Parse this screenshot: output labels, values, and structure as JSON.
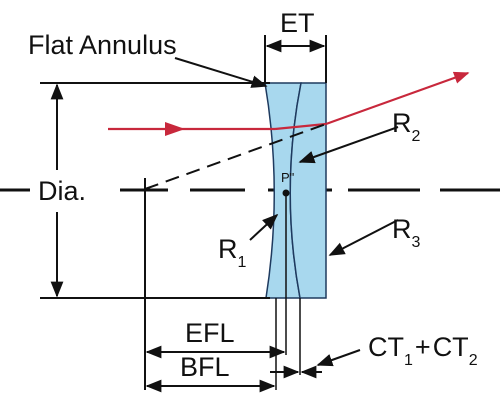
{
  "labels": {
    "flat_annulus": "Flat Annulus",
    "et": "ET",
    "dia": "Dia.",
    "r1": "R",
    "r1_sub": "1",
    "r2": "R",
    "r2_sub": "2",
    "r3": "R",
    "r3_sub": "3",
    "p_double_prime": "P\"",
    "efl": "EFL",
    "bfl": "BFL",
    "ct1": "CT",
    "ct1_sub": "1",
    "plus": "+",
    "ct2": "CT",
    "ct2_sub": "2"
  },
  "colors": {
    "lens_fill": "#a8d8ee",
    "lens_stroke": "#1e3a5f",
    "ray": "#c8283c",
    "line": "#111111"
  }
}
